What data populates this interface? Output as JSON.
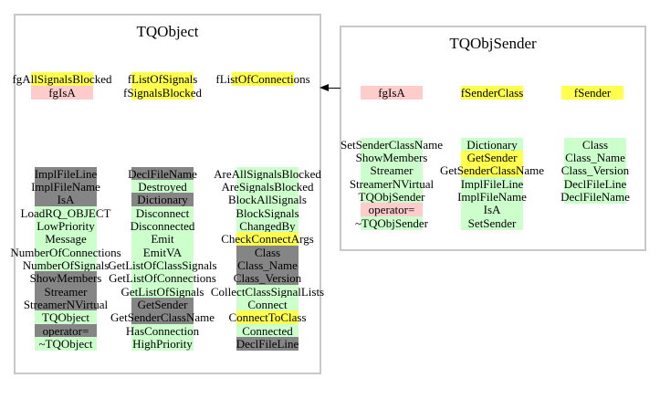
{
  "colors": {
    "green": "#ccffcc",
    "yellow": "#ffff4d",
    "pink": "#ffcccc",
    "gray": "#858585",
    "border": "#c8c8c8"
  },
  "arrow": {
    "points_from": "TQObjSender",
    "points_to": "TQObject",
    "direction": "left"
  },
  "tqobject": {
    "title": "TQObject",
    "data_members_row1": [
      {
        "label": "fgAllSignalsBlocked",
        "highlight": "yellow"
      },
      {
        "label": "fListOfSignals",
        "highlight": "yellow"
      },
      {
        "label": "fListOfConnections",
        "highlight": "yellow"
      }
    ],
    "data_members_row2": [
      {
        "label": "fgIsA",
        "highlight": "pink"
      },
      {
        "label": "fSignalsBlocked",
        "highlight": "yellow"
      },
      {
        "label": "",
        "highlight": "none"
      }
    ],
    "methods_col1": [
      {
        "label": "ImplFileLine",
        "highlight": "gray"
      },
      {
        "label": "ImplFileName",
        "highlight": "gray"
      },
      {
        "label": "IsA",
        "highlight": "gray"
      },
      {
        "label": "LoadRQ_OBJECT",
        "highlight": "green"
      },
      {
        "label": "LowPriority",
        "highlight": "green"
      },
      {
        "label": "Message",
        "highlight": "green"
      },
      {
        "label": "NumberOfConnections",
        "highlight": "green"
      },
      {
        "label": "NumberOfSignals",
        "highlight": "green"
      },
      {
        "label": "ShowMembers",
        "highlight": "gray"
      },
      {
        "label": "Streamer",
        "highlight": "gray"
      },
      {
        "label": "StreamerNVirtual",
        "highlight": "gray"
      },
      {
        "label": "TQObject",
        "highlight": "green"
      },
      {
        "label": "operator=",
        "highlight": "gray"
      },
      {
        "label": "~TQObject",
        "highlight": "green"
      }
    ],
    "methods_col2": [
      {
        "label": "DeclFileName",
        "highlight": "gray"
      },
      {
        "label": "Destroyed",
        "highlight": "green"
      },
      {
        "label": "Dictionary",
        "highlight": "gray"
      },
      {
        "label": "Disconnect",
        "highlight": "green"
      },
      {
        "label": "Disconnected",
        "highlight": "green"
      },
      {
        "label": "Emit",
        "highlight": "green"
      },
      {
        "label": "EmitVA",
        "highlight": "green"
      },
      {
        "label": "GetListOfClassSignals",
        "highlight": "green"
      },
      {
        "label": "GetListOfConnections",
        "highlight": "green"
      },
      {
        "label": "GetListOfSignals",
        "highlight": "green"
      },
      {
        "label": "GetSender",
        "highlight": "gray"
      },
      {
        "label": "GetSenderClassName",
        "highlight": "gray"
      },
      {
        "label": "HasConnection",
        "highlight": "green"
      },
      {
        "label": "HighPriority",
        "highlight": "green"
      }
    ],
    "methods_col3": [
      {
        "label": "AreAllSignalsBlocked",
        "highlight": "green"
      },
      {
        "label": "AreSignalsBlocked",
        "highlight": "green"
      },
      {
        "label": "BlockAllSignals",
        "highlight": "green"
      },
      {
        "label": "BlockSignals",
        "highlight": "green"
      },
      {
        "label": "ChangedBy",
        "highlight": "green"
      },
      {
        "label": "CheckConnectArgs",
        "highlight": "yellow"
      },
      {
        "label": "Class",
        "highlight": "gray"
      },
      {
        "label": "Class_Name",
        "highlight": "gray"
      },
      {
        "label": "Class_Version",
        "highlight": "gray"
      },
      {
        "label": "CollectClassSignalLists",
        "highlight": "green"
      },
      {
        "label": "Connect",
        "highlight": "green"
      },
      {
        "label": "ConnectToClass",
        "highlight": "yellow"
      },
      {
        "label": "Connected",
        "highlight": "green"
      },
      {
        "label": "DeclFileLine",
        "highlight": "gray"
      }
    ]
  },
  "tqobjsender": {
    "title": "TQObjSender",
    "data_members_row1": [
      {
        "label": "fgIsA",
        "highlight": "pink"
      },
      {
        "label": "fSenderClass",
        "highlight": "yellow"
      },
      {
        "label": "fSender",
        "highlight": "yellow"
      }
    ],
    "methods_col1": [
      {
        "label": "SetSenderClassName",
        "highlight": "green"
      },
      {
        "label": "ShowMembers",
        "highlight": "green"
      },
      {
        "label": "Streamer",
        "highlight": "green"
      },
      {
        "label": "StreamerNVirtual",
        "highlight": "green"
      },
      {
        "label": "TQObjSender",
        "highlight": "green"
      },
      {
        "label": "operator=",
        "highlight": "pink"
      },
      {
        "label": "~TQObjSender",
        "highlight": "green"
      }
    ],
    "methods_col2": [
      {
        "label": "Dictionary",
        "highlight": "green"
      },
      {
        "label": "GetSender",
        "highlight": "yellow"
      },
      {
        "label": "GetSenderClassName",
        "highlight": "yellow"
      },
      {
        "label": "ImplFileLine",
        "highlight": "green"
      },
      {
        "label": "ImplFileName",
        "highlight": "green"
      },
      {
        "label": "IsA",
        "highlight": "green"
      },
      {
        "label": "SetSender",
        "highlight": "green"
      }
    ],
    "methods_col3": [
      {
        "label": "Class",
        "highlight": "green"
      },
      {
        "label": "Class_Name",
        "highlight": "green"
      },
      {
        "label": "Class_Version",
        "highlight": "green"
      },
      {
        "label": "DeclFileLine",
        "highlight": "green"
      },
      {
        "label": "DeclFileName",
        "highlight": "green"
      }
    ]
  }
}
